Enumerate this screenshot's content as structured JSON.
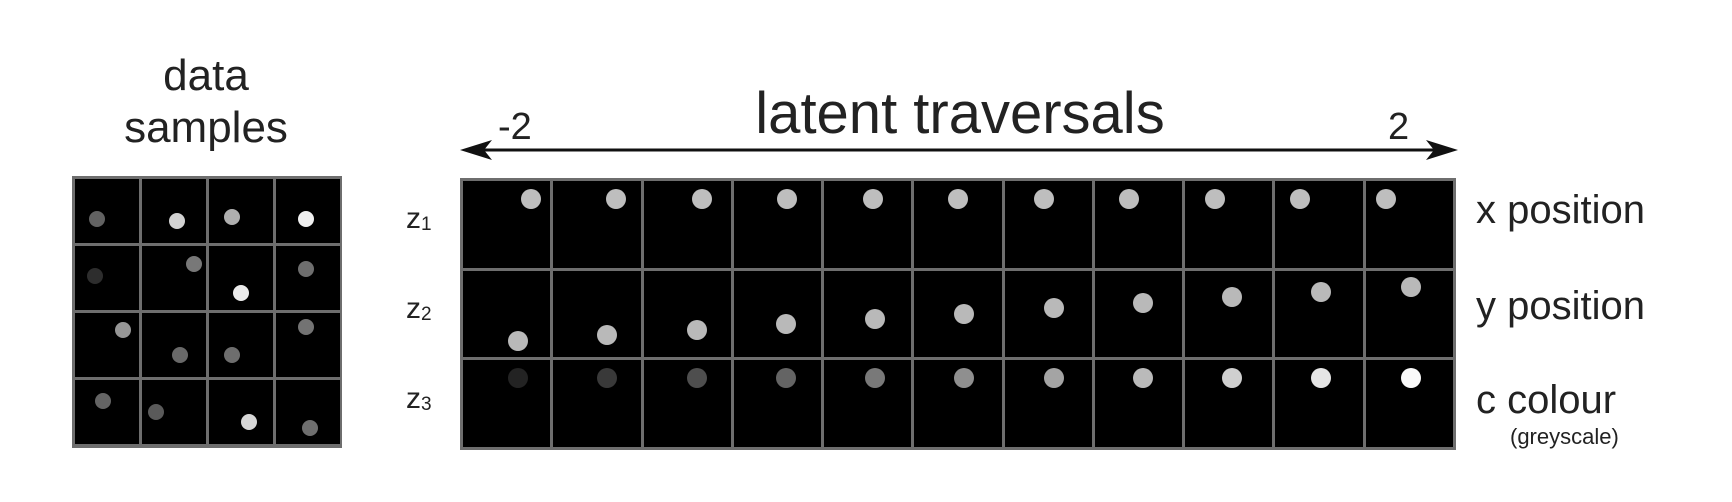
{
  "left_title_line1": "data",
  "left_title_line2": "samples",
  "main_title": "latent traversals",
  "range_min": "-2",
  "range_max": "2",
  "rows": [
    {
      "latent": "z",
      "index": "1",
      "label": "x position",
      "sublabel": ""
    },
    {
      "latent": "z",
      "index": "2",
      "label": "y position",
      "sublabel": ""
    },
    {
      "latent": "z",
      "index": "3",
      "label": "c colour",
      "sublabel": "(greyscale)"
    }
  ],
  "colors": {
    "background": "#ffffff",
    "cell": "#000000",
    "grid_line": "#6e6e6e",
    "arrow": "#111111"
  }
}
